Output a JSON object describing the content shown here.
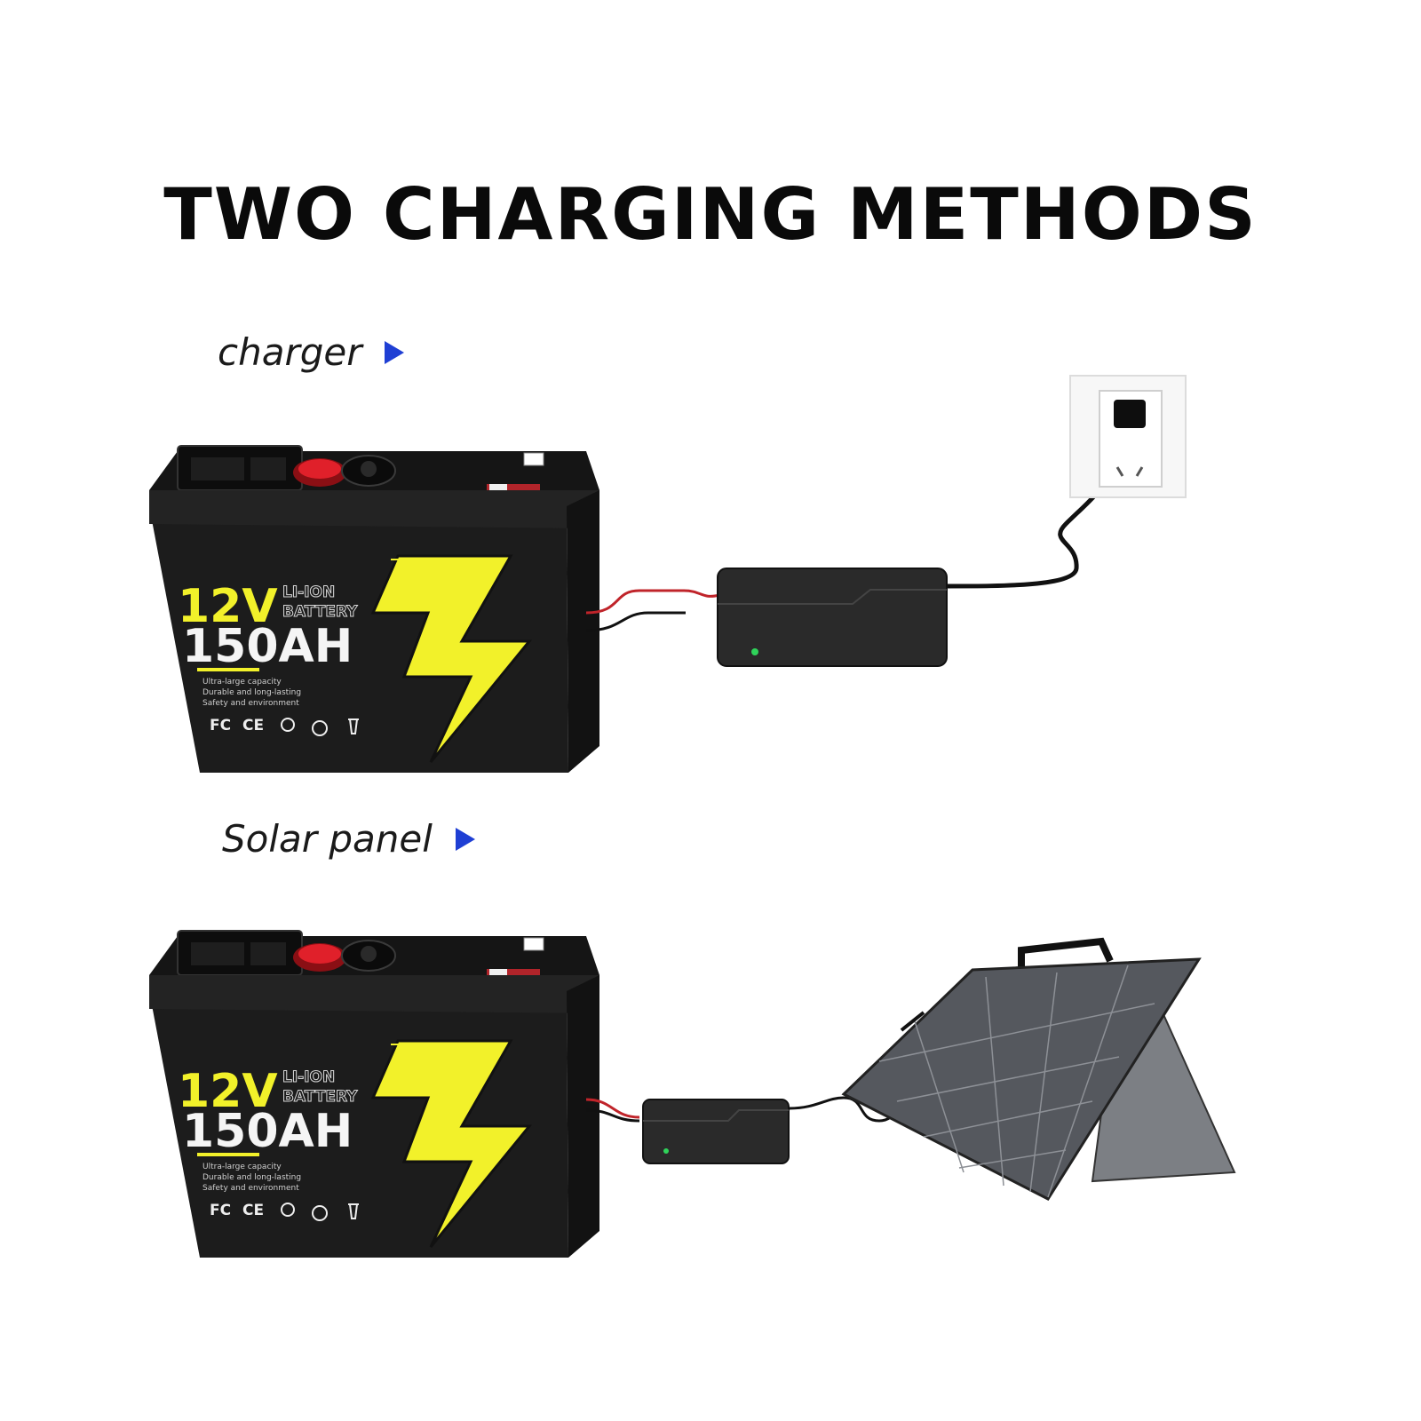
{
  "title": "TWO CHARGING METHODS",
  "sections": [
    {
      "label": "charger"
    },
    {
      "label": "Solar panel"
    }
  ],
  "battery": {
    "voltage": "12V",
    "chemistry_line1": "LI-ION",
    "chemistry_line2": "BATTERY",
    "capacity": "150AH",
    "features": [
      "Ultra-large capacity",
      "Durable and long-lasting",
      "Safety and environment"
    ],
    "certifications": [
      "FC",
      "CE"
    ]
  },
  "colors": {
    "accent_yellow": "#f2f12a",
    "arrow_blue": "#1f3fd4",
    "battery_body": "#1c1c1c",
    "charger_body": "#2a2a2a",
    "panel": "#55585e"
  },
  "icons": [
    "play-triangle-icon",
    "recycle-icon",
    "bin-icon",
    "plug-icon",
    "led-icon"
  ]
}
